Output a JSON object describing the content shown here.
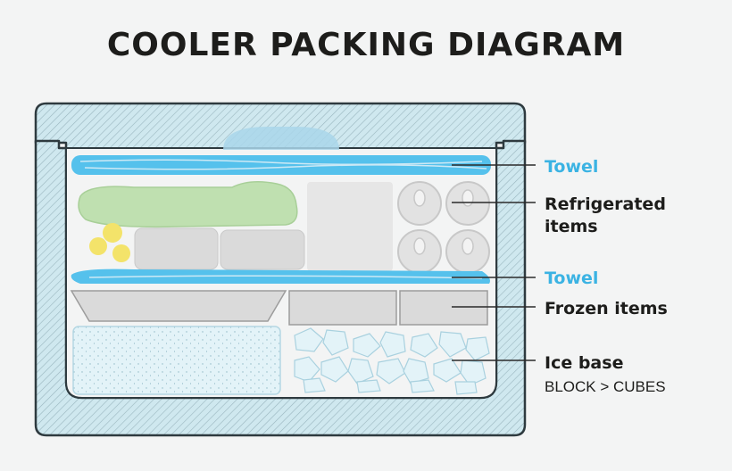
{
  "title": "COOLER PACKING DIAGRAM",
  "labels": {
    "towel_top": "Towel",
    "refrigerated_line1": "Refrigerated",
    "refrigerated_line2": "items",
    "towel_bottom": "Towel",
    "frozen": "Frozen items",
    "ice_base": "Ice base",
    "ice_base_sub": "BLOCK > CUBES"
  },
  "colors": {
    "towel": "#55c1ec",
    "accent_label": "#3bb3e3",
    "cooler_wall": "#cfe8ef",
    "vegetable": "#bfe0b0",
    "lemon": "#f3e36a",
    "container": "#dadada",
    "ice": "#e3f3f8"
  }
}
